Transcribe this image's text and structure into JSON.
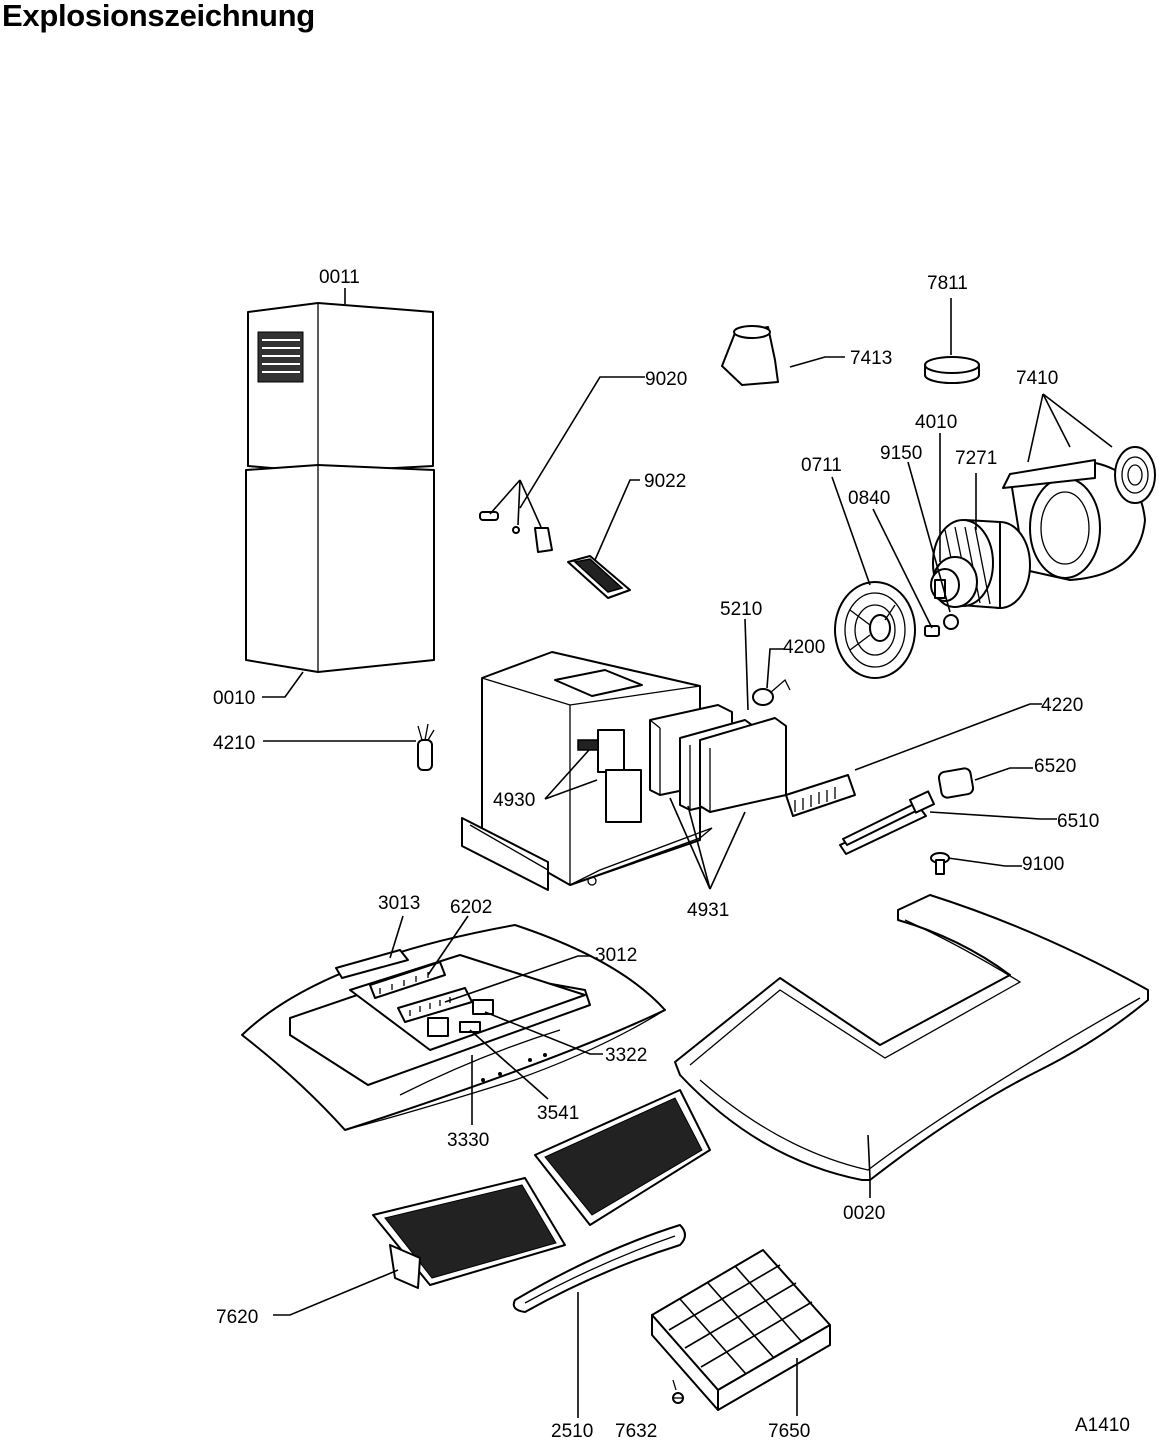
{
  "title": "Explosionszeichnung",
  "drawing_code": "A1410",
  "parts": {
    "p0011": "0011",
    "p0010": "0010",
    "p4210": "4210",
    "p9020": "9020",
    "p9022": "9022",
    "p7413": "7413",
    "p7811": "7811",
    "p7410": "7410",
    "p4010": "4010",
    "p9150": "9150",
    "p7271": "7271",
    "p0711": "0711",
    "p0840": "0840",
    "p5210": "5210",
    "p4200": "4200",
    "p4220": "4220",
    "p6520": "6520",
    "p6510": "6510",
    "p9100": "9100",
    "p4930": "4930",
    "p4931": "4931",
    "p3013": "3013",
    "p6202": "6202",
    "p3012": "3012",
    "p3322": "3322",
    "p3541": "3541",
    "p3330": "3330",
    "p0020": "0020",
    "p7620": "7620",
    "p2510": "2510",
    "p7632": "7632",
    "p7650": "7650"
  }
}
